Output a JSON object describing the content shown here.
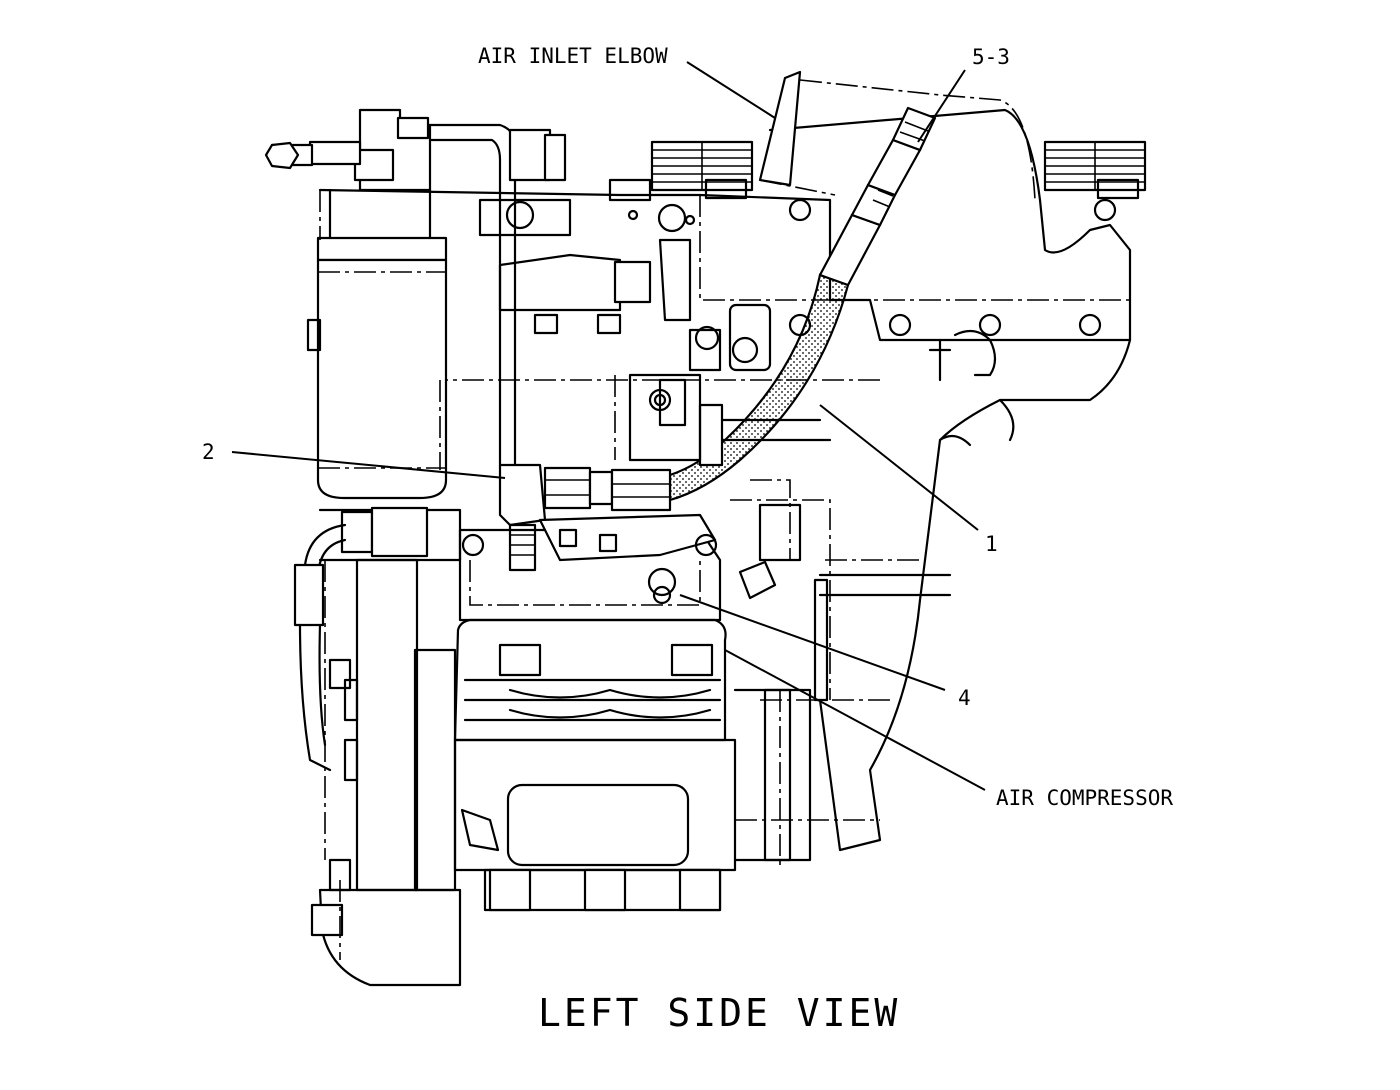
{
  "labels": {
    "air_inlet_elbow": "AIR INLET ELBOW",
    "part_5_3": "5-3",
    "part_2": "2",
    "part_1": "1",
    "part_4": "4",
    "air_compressor": "AIR COMPRESSOR"
  },
  "title": "LEFT SIDE VIEW"
}
